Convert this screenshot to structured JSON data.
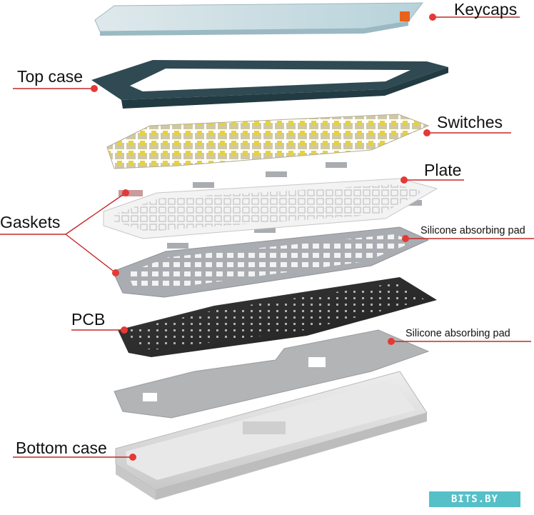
{
  "labels": {
    "keycaps": "Keycaps",
    "top_case": "Top case",
    "switches": "Switches",
    "plate": "Plate",
    "gaskets": "Gaskets",
    "silicone_pad_1": "Silicone absorbing pad",
    "pcb": "PCB",
    "silicone_pad_2": "Silicone absorbing pad",
    "bottom_case": "Bottom case"
  },
  "watermark": "BITS.BY",
  "colors": {
    "leader_line": "#c62828",
    "marker_dot": "#e53935",
    "keycap_accent": "#e8621c",
    "top_case": "#2f4a52",
    "switch_stem": "#e6d23c",
    "plate": "#f2f2f2",
    "silicone_pad": "#a9adb1",
    "pcb": "#2e2e2e",
    "bottom_case": "#dcdcdc",
    "watermark_bg": "#55c0c8"
  }
}
